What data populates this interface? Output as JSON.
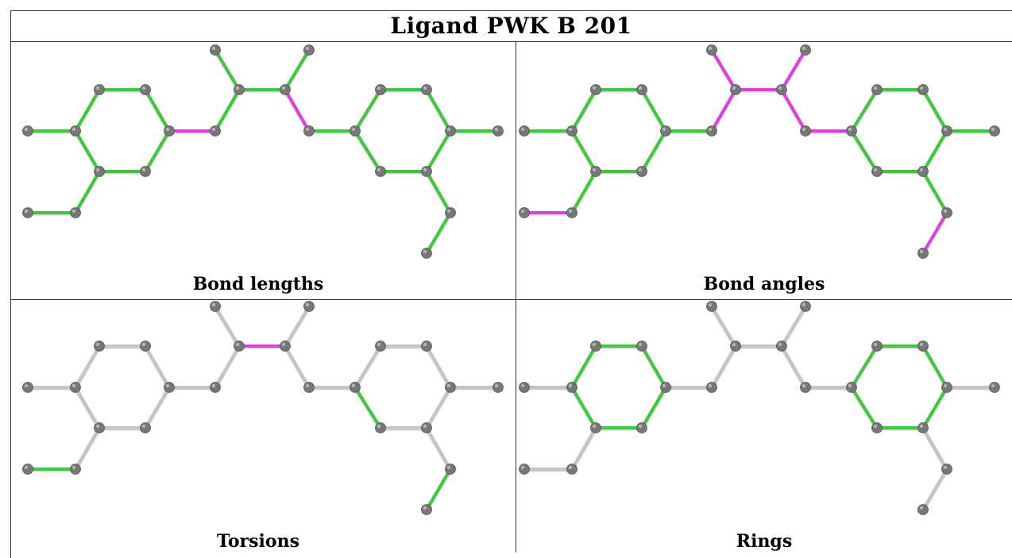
{
  "title": "Ligand PWK B 201",
  "colors": {
    "green": "#3ec83a",
    "magenta": "#e03ee0",
    "grey": "#c4c4c4",
    "atom": "#777777"
  },
  "panels": [
    {
      "label": "Bond lengths",
      "colors": [
        "G",
        "G",
        "G",
        "G",
        "G",
        "G",
        "M",
        "G",
        "G",
        "G",
        "G",
        "G",
        "M",
        "G",
        "G",
        "G",
        "G",
        "G",
        "G",
        "G",
        "G",
        "G",
        "G"
      ]
    },
    {
      "label": "Bond angles",
      "colors": [
        "G",
        "G",
        "G",
        "G",
        "G",
        "G",
        "G",
        "G",
        "M",
        "M",
        "M",
        "M",
        "M",
        "M",
        "G",
        "G",
        "G",
        "G",
        "G",
        "G",
        "G",
        "G",
        "M"
      ]
    },
    {
      "label": "Torsions",
      "colors": [
        "X",
        "X",
        "X",
        "X",
        "X",
        "X",
        "X",
        "X",
        "X",
        "X",
        "M",
        "X",
        "X",
        "X",
        "X",
        "X",
        "X",
        "X",
        "X",
        "G",
        "X",
        "X",
        "G"
      ]
    },
    {
      "label": "Rings",
      "colors": [
        "G",
        "G",
        "G",
        "G",
        "G",
        "G",
        "X",
        "X",
        "X",
        "X",
        "X",
        "X",
        "X",
        "X",
        "G",
        "G",
        "G",
        "G",
        "G",
        "G",
        "X",
        "X",
        "X"
      ]
    }
  ]
}
